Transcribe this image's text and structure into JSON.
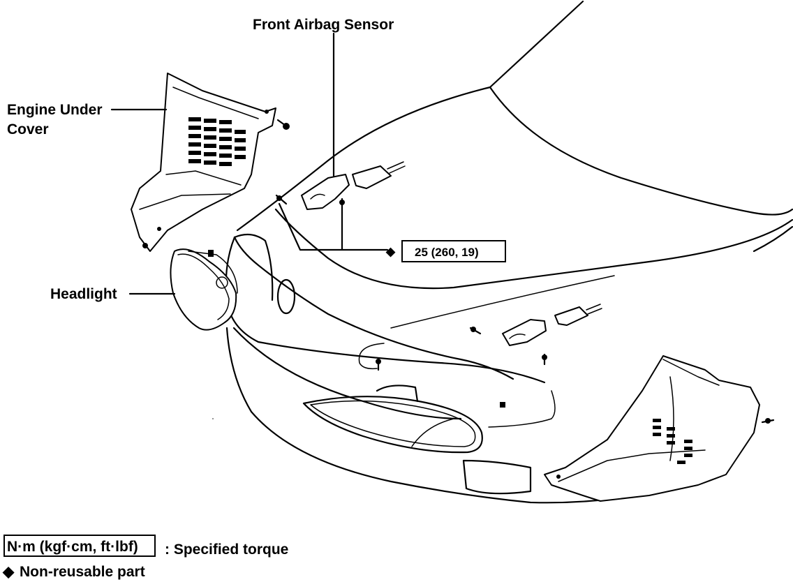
{
  "callouts": {
    "front_airbag_sensor": "Front Airbag Sensor",
    "engine_under_cover_line1": "Engine Under",
    "engine_under_cover_line2": "Cover",
    "headlight": "Headlight"
  },
  "torque_spec": {
    "value": "25 (260, 19)",
    "marker": "◆"
  },
  "legend": {
    "torque_units": "N·m (kgf·cm, ft·lbf)",
    "torque_desc": ": Specified torque",
    "nonreusable_marker": "◆",
    "nonreusable_desc": "Non-reusable part"
  }
}
